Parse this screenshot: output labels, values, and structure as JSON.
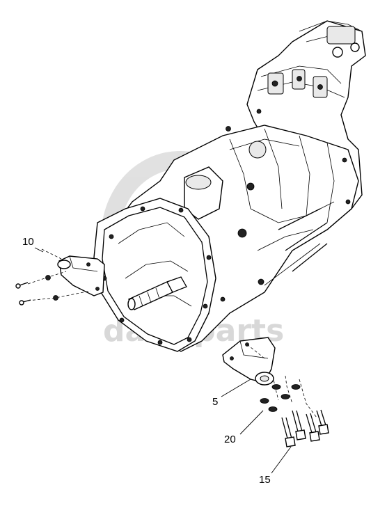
{
  "watermark": {
    "text": "data-parts",
    "color": "#cfcfcf"
  },
  "callouts": {
    "c10": "10",
    "c5": "5",
    "c20": "20",
    "c15": "15"
  },
  "icons": [
    "watermark-logo-icon"
  ]
}
